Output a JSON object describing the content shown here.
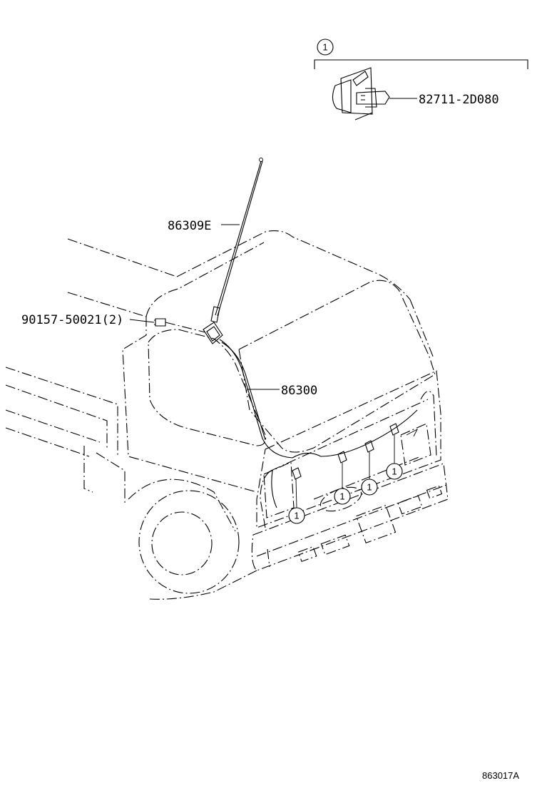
{
  "parts": {
    "clip": "82711-2D080",
    "antenna_rod": "86309E",
    "bolt": "90157-50021(2)",
    "antenna_assy": "86300"
  },
  "callout": "1",
  "figure_code": "863017A"
}
